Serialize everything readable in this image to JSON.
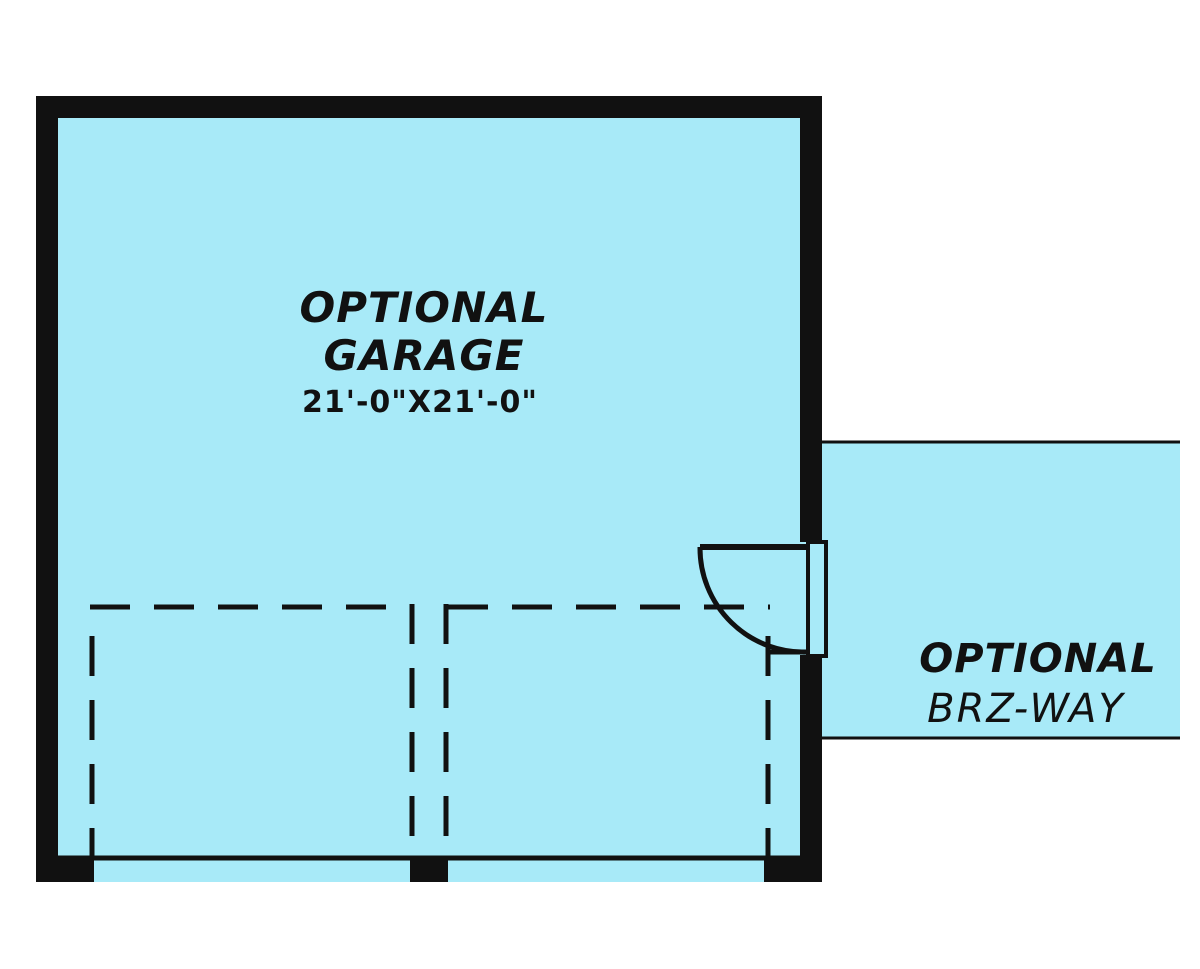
{
  "colors": {
    "room_fill": "#a8eaf8",
    "wall": "#111111",
    "background": "#ffffff"
  },
  "garage": {
    "name_line1": "OPTIONAL",
    "name_line2": "GARAGE",
    "dimensions": "21'-0\"X21'-0\""
  },
  "breezeway": {
    "name_line1": "OPTIONAL",
    "name_line2": "BRZ-WAY"
  }
}
